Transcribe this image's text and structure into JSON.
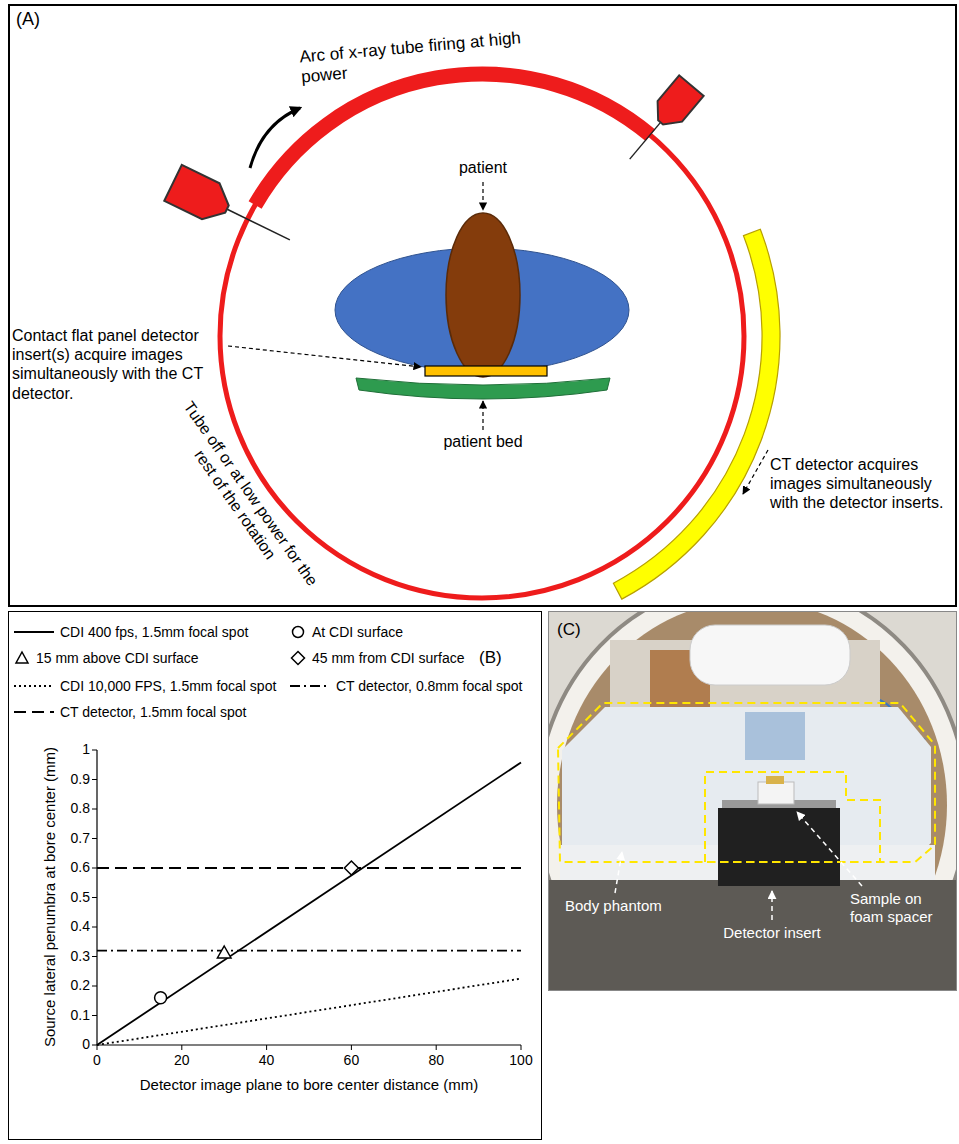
{
  "diagram": {
    "nodes": [
      {
        "text": [
          "(A)"
        ]
      },
      {
        "text": [
          "(B)"
        ]
      },
      {
        "text": [
          "(C)"
        ]
      }
    ],
    "labels": [
      "Arc of x-ray tube firing at high power",
      "patient",
      "Contact flat panel detector insert(s) acquire images simultaneously with the CT detector.",
      "patient bed",
      "Tube off or at low power for the rest of the rotation",
      "CT detector acquires images simultaneously with the detector inserts.",
      "1",
      "0.9",
      "0.8",
      "0.7",
      "0.6",
      "0.5",
      "0.4",
      "0.3",
      "0.2",
      "0.1",
      "0",
      "0",
      "20",
      "40",
      "60",
      "80",
      "100",
      "Source lateral penumbra at bore center (mm)",
      "Detector image plane to bore center distance (mm)",
      "Body phantom",
      "Detector insert",
      "Sample on foam spacer"
    ],
    "legend": [
      {
        "text": "CDI 400 fps, 1.5mm focal spot"
      },
      {
        "text": "At CDI surface"
      },
      {
        "text": "15 mm above CDI surface"
      },
      {
        "text": "45 mm from CDI surface"
      },
      {
        "text": "CDI 10,000 FPS, 1.5mm focal spot"
      },
      {
        "text": "CT detector, 0.8mm focal spot"
      },
      {
        "text": "CT detector, 1.5mm focal spot"
      }
    ]
  }
}
